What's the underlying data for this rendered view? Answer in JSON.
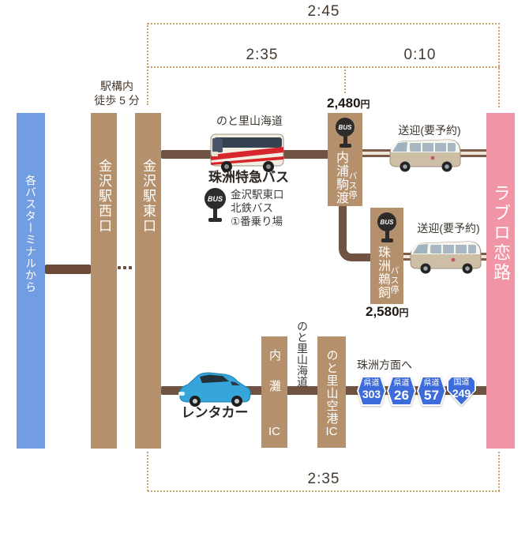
{
  "brackets": {
    "total_time": "2:45",
    "bus_leg_time": "2:35",
    "shuttle_leg_time": "0:10",
    "car_total_time": "2:35"
  },
  "walk_note": {
    "line1": "駅構内",
    "line2": "徒歩 5 分"
  },
  "origin_bar": {
    "label": "各バスターミナルから"
  },
  "station_bars": {
    "west": "金沢駅西口",
    "east": "金沢駅東口"
  },
  "destination_bar": {
    "label": "ラブロ恋路"
  },
  "bus_route": {
    "road_label": "のと里山海道",
    "bus_name": "珠洲特急バス",
    "bus_icon_text": "BUS",
    "boarding": {
      "line1": "金沢駅東口",
      "line2": "北鉄バス",
      "line3": "①番乗り場"
    },
    "stop1": {
      "name": "内浦駒渡",
      "suffix": "バス停",
      "fare": "2,480",
      "fare_unit": "円"
    },
    "stop2": {
      "name": "珠洲鵜飼",
      "suffix": "バス停",
      "fare": "2,580",
      "fare_unit": "円"
    },
    "shuttle1_label": "送迎(要予約)",
    "shuttle2_label": "送迎(要予約)"
  },
  "car_route": {
    "vehicle_label": "レンタカー",
    "ic1_name": "内灘",
    "ic1_suffix": "IC",
    "ic2_name": "のと里山空港",
    "ic2_suffix": "IC",
    "road_label": "のと里山海道",
    "direction_label": "珠洲方面へ",
    "signs": [
      {
        "type": "県道",
        "number": "303"
      },
      {
        "type": "県道",
        "number": "26"
      },
      {
        "type": "県道",
        "number": "57"
      },
      {
        "type": "国道",
        "number": "249"
      }
    ]
  },
  "colors": {
    "bar_tan": "#b5906c",
    "bar_blue": "#729de3",
    "bar_pink": "#f094a6",
    "line_brown": "#6f5241",
    "dotted_tan": "#c8a365",
    "sign_blue": "#3d6bd9"
  }
}
